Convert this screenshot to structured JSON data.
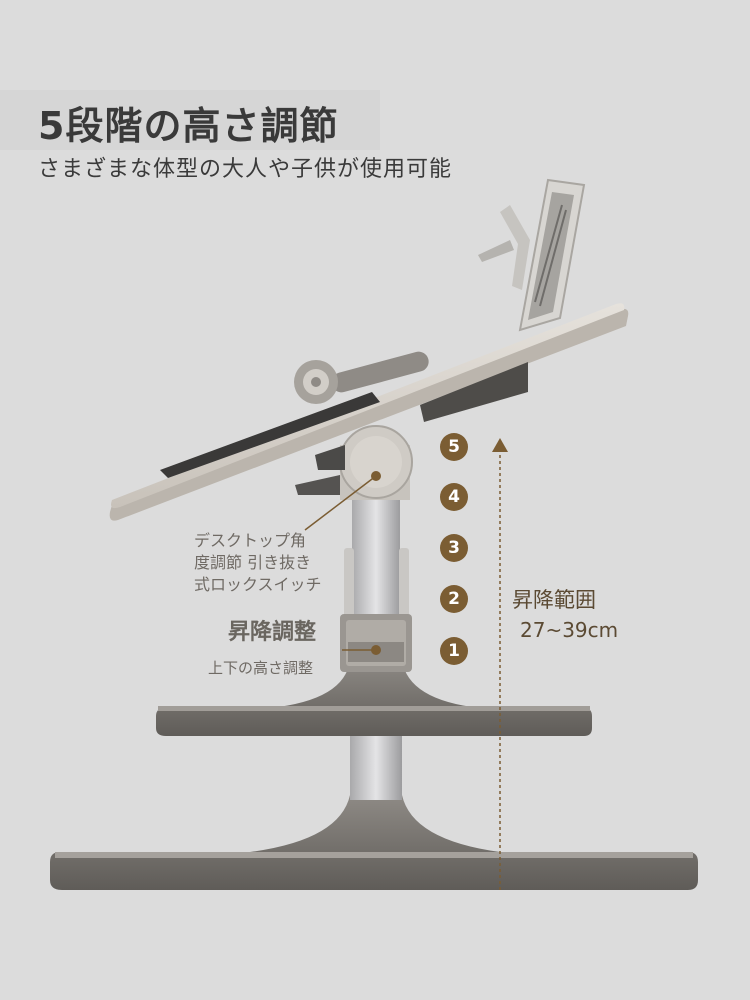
{
  "header": {
    "title": "5段階の高さ調節",
    "subtitle": "さまざまな体型の大人や子供が使用可能"
  },
  "callouts": {
    "lock_switch": "デスクトップ角\n度調節 引き抜き\n式ロックスイッチ",
    "lift_title": "昇降調整",
    "lift_desc": "上下の高さ調整"
  },
  "levels": [
    "5",
    "4",
    "3",
    "2",
    "1"
  ],
  "range": {
    "label": "昇降範囲",
    "value": "27~39cm"
  },
  "colors": {
    "background": "#dcdcdc",
    "accent": "#7b5d33",
    "text_dark": "#3a3a3a"
  }
}
